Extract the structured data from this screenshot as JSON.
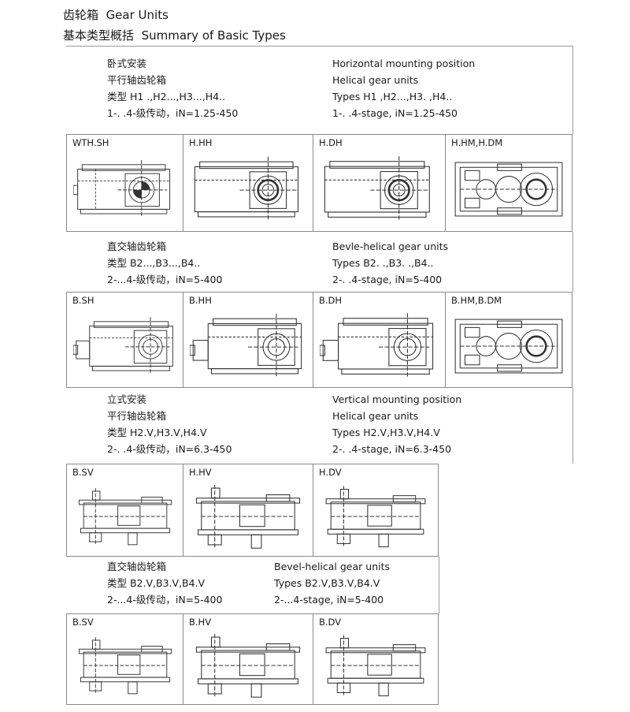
{
  "header": {
    "line1_cn": "齿轮箱",
    "line1_en": "Gear Units",
    "line2_cn": "基本类型概括",
    "line2_en": "Summary of Basic Types"
  },
  "sections": [
    {
      "cn": [
        "卧式安装",
        "平行轴齿轮箱",
        "类型 H1 .,H2...,H3...,H4..",
        "1-. .4-级传动，iN=1.25-450"
      ],
      "en": [
        "Horizontal mounting position",
        "Helical gear units",
        "Types  H1  ,H2...,H3.  ,H4..",
        "1-. .4-stage,  iN=1.25-450"
      ],
      "cells": [
        "WTH.SH",
        "H.HH",
        "H.DH",
        "H.HM,H.DM"
      ]
    },
    {
      "cn": [
        "直交轴齿轮箱",
        "类型 B2...,B3...,B4..",
        "2-...4-级传动，iN=5-400"
      ],
      "en": [
        "Bevle-helical gear units",
        "Types B2. .,B3. .,B4..",
        "2-. .4-stage,  iN=5-400"
      ],
      "cells": [
        "B.SH",
        "B.HH",
        "B.DH",
        "B.HM,B.DM"
      ]
    },
    {
      "cn": [
        "立式安装",
        "平行轴齿轮箱",
        "类型 H2.V,H3.V,H4.V",
        "2-. .4-级传动，iN=6.3-450"
      ],
      "en": [
        "Vertical mounting position",
        "Helical gear units",
        "Types H2.V,H3.V,H4.V",
        "2-. .4-stage,  iN=6.3-450"
      ],
      "cells": [
        "B.SV",
        "H.HV",
        "H.DV"
      ]
    },
    {
      "cn": [
        "直交轴齿轮箱",
        "类型 B2.V,B3.V,B4.V",
        "2-...4-级传动，iN=5-400"
      ],
      "en": [
        "Bevel-helical gear units",
        "Types B2.V,B3.V,B4.V",
        "2-...4-stage,  iN=5-400"
      ],
      "cells": [
        "B.SV",
        "B.HV",
        "B.DV"
      ]
    }
  ]
}
